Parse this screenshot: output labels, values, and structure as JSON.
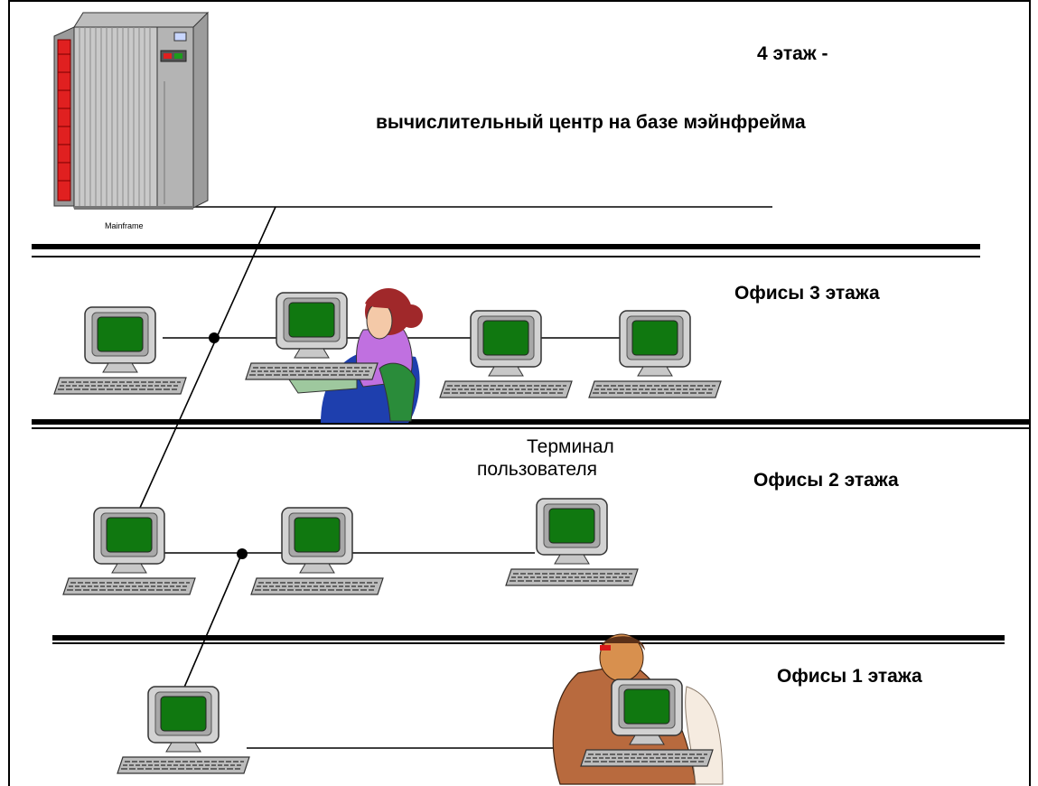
{
  "labels": {
    "floor4_title": "4 этаж -",
    "floor4_subtitle": "вычислительный центр на базе мэйнфрейма",
    "floor3": "Офисы 3 этажа",
    "floor2": "Офисы 2 этажа",
    "floor1": "Офисы 1 этажа",
    "terminal_line1": "Терминал",
    "terminal_line2": "пользователя",
    "mainframe": "Mainframe"
  },
  "colors": {
    "screen": "#107810",
    "monitor": "#c8c8c8",
    "keyboard": "#bcbcbc",
    "mainframe_accent": "#e02020",
    "line": "#000000"
  }
}
